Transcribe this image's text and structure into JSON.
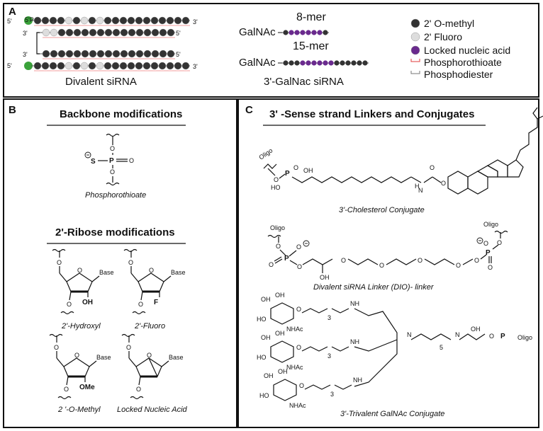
{
  "panel_a": {
    "label": "A",
    "divalent": {
      "strand_labels": {
        "five_prime": "5'",
        "three_prime": "3'"
      },
      "caption": "Divalent siRNA",
      "badge": "5'P"
    },
    "galnac": {
      "prefix": "GalNAc",
      "mer8": "8-mer",
      "mer15": "15-mer",
      "caption": "3'-GalNac siRNA"
    },
    "legend": {
      "items": [
        {
          "label": "2' O-methyl",
          "color": "#333333",
          "kind": "dot"
        },
        {
          "label": "2' Fluoro",
          "color": "#dddddd",
          "kind": "dot"
        },
        {
          "label": "Locked nucleic acid",
          "color": "#6a2a8e",
          "kind": "dot"
        },
        {
          "label": "Phosphorothioate",
          "color": "#e23b3b",
          "kind": "bracket"
        },
        {
          "label": "Phosphodiester",
          "color": "#777777",
          "kind": "bracket"
        }
      ]
    }
  },
  "panel_b": {
    "label": "B",
    "backbone_title": "Backbone modifications",
    "phosphorothioate_caption": "Phosphorothioate",
    "ribose_title": "2'-Ribose modifications",
    "ribose": [
      {
        "caption": "2'-Hydroxyl",
        "sub": "OH"
      },
      {
        "caption": "2'-Fluoro",
        "sub": "F"
      },
      {
        "caption": "2 '-O-Methyl",
        "sub": "OMe"
      },
      {
        "caption": "Locked Nucleic Acid",
        "sub": ""
      }
    ],
    "base_label": "Base",
    "o_label": "O",
    "p_label": "P",
    "s_label": "S"
  },
  "panel_c": {
    "label": "C",
    "title": "3' -Sense strand Linkers and Conjugates",
    "cholesterol_caption": "3'-Cholesterol Conjugate",
    "dio_caption": "Divalent siRNA Linker (DIO)- linker",
    "galnac_caption": "3'-Trivalent GalNAc Conjugate",
    "oligo_label": "Oligo",
    "nhac_label": "NHAc",
    "oh_label": "OH",
    "ho_label": "HO",
    "nh_label": "NH",
    "h_label": "H",
    "n_label": "N",
    "o_label": "O",
    "p_label": "P",
    "repeat_3": "3",
    "repeat_5": "5"
  }
}
